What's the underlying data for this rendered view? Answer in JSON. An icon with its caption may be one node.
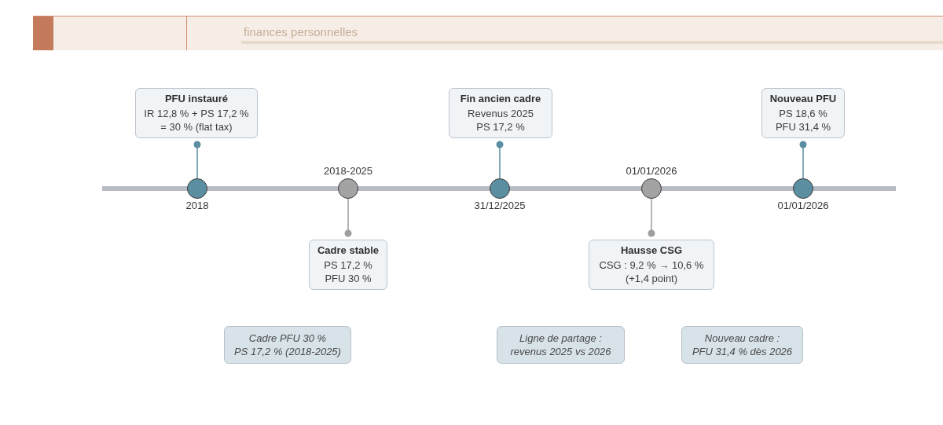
{
  "diagram": {
    "nodes": [
      {
        "text": [
          "finances personnelles"
        ]
      },
      {
        "text": [
          "PFU instauré",
          "IR 12,8 % + PS 17,2 % = 30 % (flat tax)"
        ]
      },
      {
        "text": [],
        "shape": "circle",
        "beside": [
          "2018"
        ]
      },
      {
        "text": [],
        "shape": "circle",
        "beside": [
          "2018-2025"
        ]
      },
      {
        "text": [
          "Cadre stable",
          "PS 17,2 % PFU 30 %"
        ]
      },
      {
        "text": [
          "Fin ancien cadre",
          "Revenus 2025 PS 17,2 %"
        ]
      },
      {
        "text": [],
        "shape": "circle",
        "beside": [
          "31/12/2025"
        ]
      },
      {
        "text": [],
        "shape": "circle",
        "beside": [
          "01/01/2026"
        ]
      },
      {
        "text": [
          "Hausse CSG",
          "CSG : 9,2 % → 10,6 % (+1,4 point)"
        ]
      },
      {
        "text": [
          "Nouveau PFU",
          "PS 18,6 % PFU 31,4 %"
        ]
      },
      {
        "text": [],
        "shape": "circle",
        "beside": [
          "01/01/2026"
        ]
      },
      {
        "text": [
          "Cadre PFU 30 %",
          "PS 17,2 % (2018-2025)"
        ]
      },
      {
        "text": [
          "Ligne de partage :",
          "revenus 2025 vs 2026"
        ]
      },
      {
        "text": [
          "Nouveau cadre :",
          "PFU 31,4 % dès 2026"
        ]
      }
    ],
    "edges": [
      {
        "from": 2,
        "to": 1,
        "arrow": "other"
      },
      {
        "from": 3,
        "to": 4,
        "arrow": "other",
        "color": "#9e9e9e"
      },
      {
        "from": 6,
        "to": 5,
        "arrow": "other"
      },
      {
        "from": 7,
        "to": 8,
        "arrow": "other",
        "color": "#9e9e9e"
      },
      {
        "from": 10,
        "to": 9,
        "arrow": "other"
      }
    ]
  }
}
